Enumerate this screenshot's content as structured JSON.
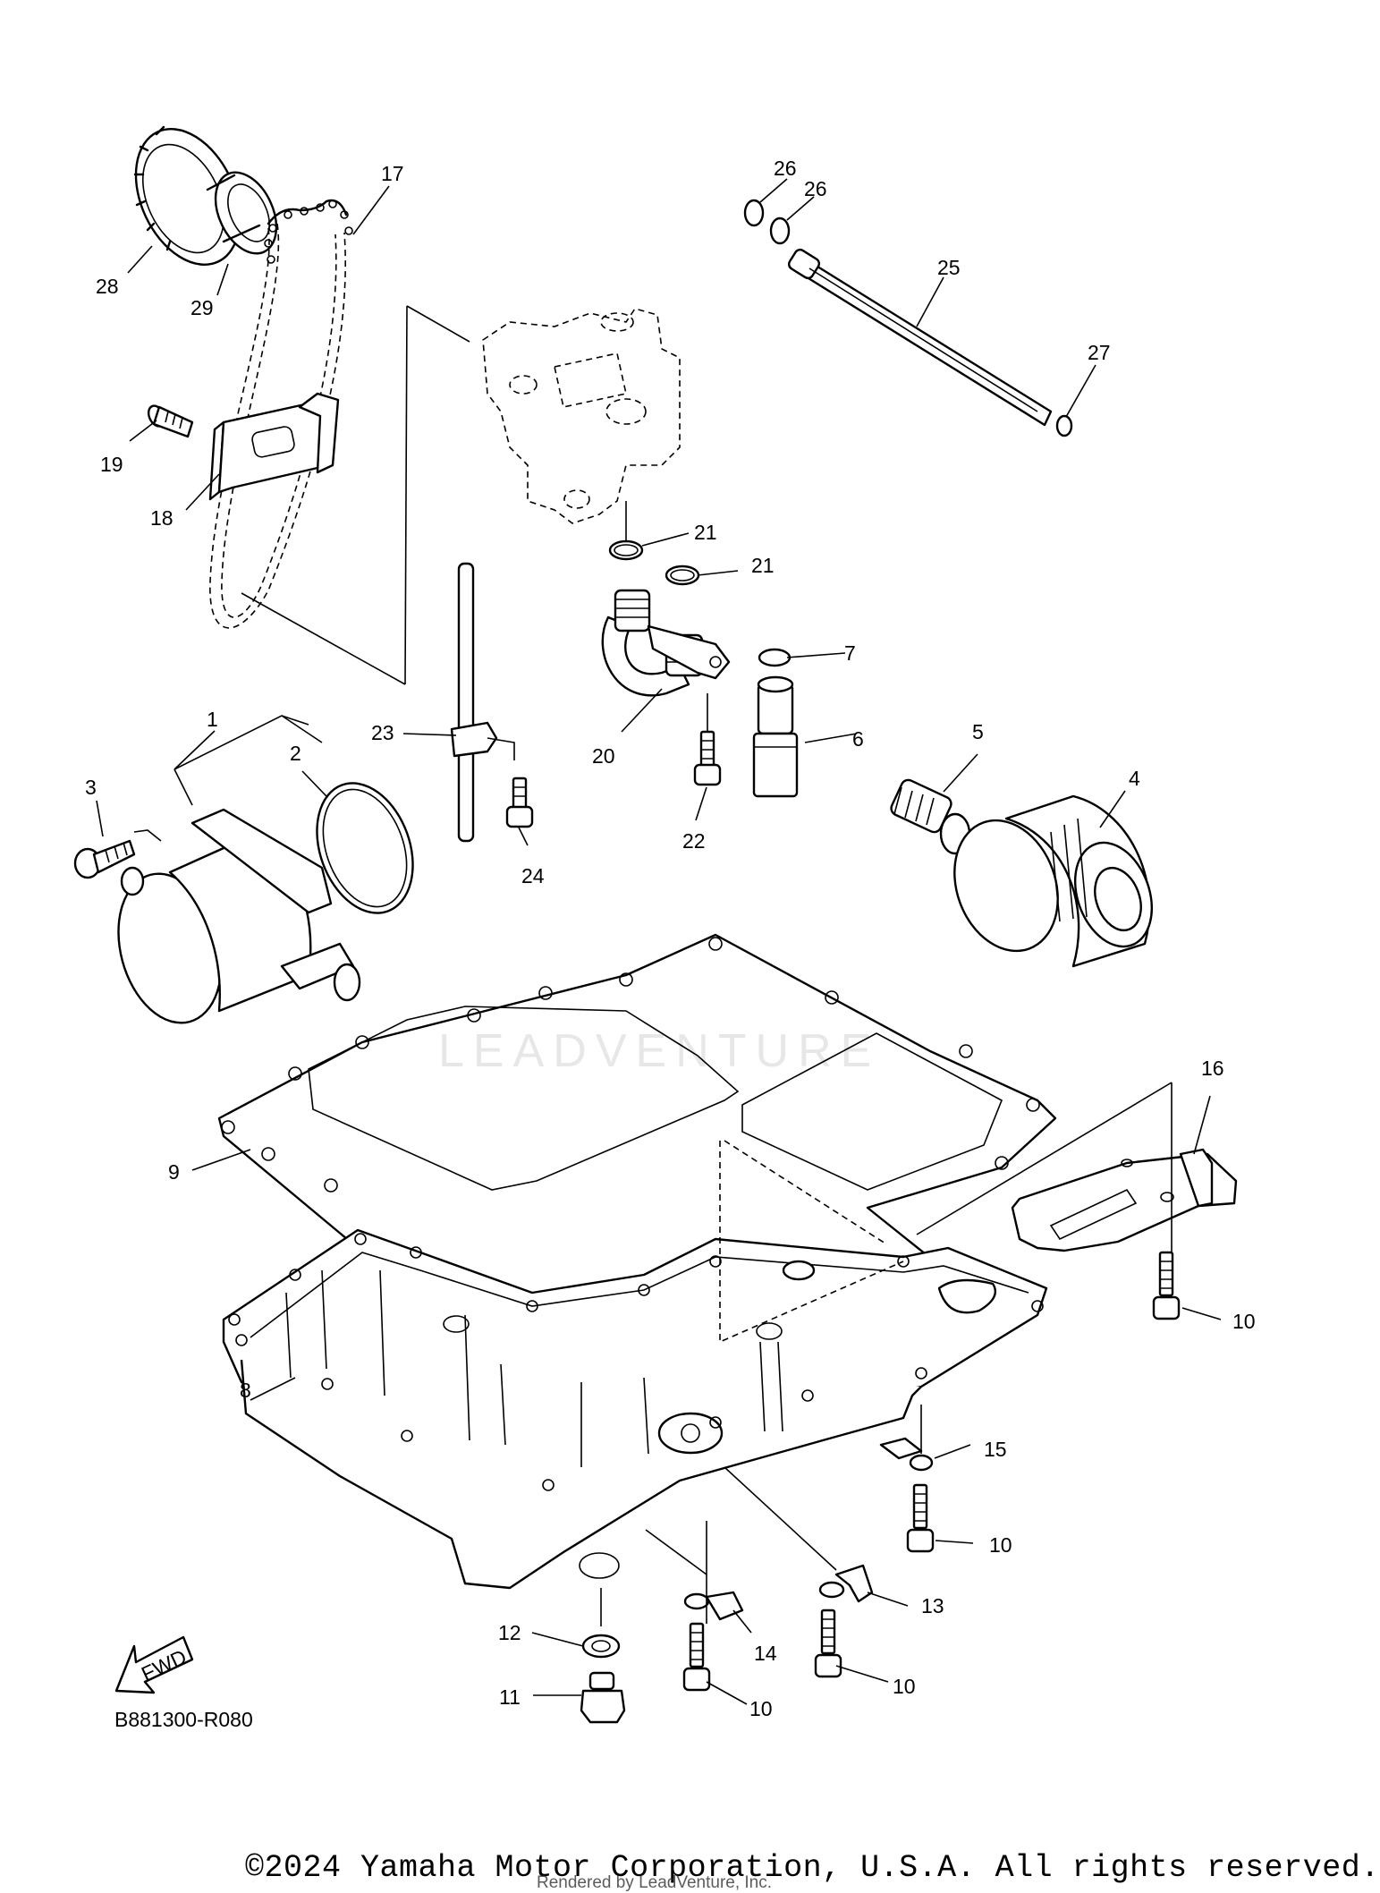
{
  "diagram_code": "B881300-R080",
  "copyright": "©2024 Yamaha Motor Corporation, U.S.A. All rights reserved.",
  "rendered_by": "Rendered by LeadVenture, Inc.",
  "watermark": "LEADVENTURE",
  "fwd_label": "FWD",
  "callouts": [
    {
      "id": "c1",
      "label": "1"
    },
    {
      "id": "c2",
      "label": "2"
    },
    {
      "id": "c3",
      "label": "3"
    },
    {
      "id": "c4",
      "label": "4"
    },
    {
      "id": "c5",
      "label": "5"
    },
    {
      "id": "c6",
      "label": "6"
    },
    {
      "id": "c7",
      "label": "7"
    },
    {
      "id": "c8",
      "label": "8"
    },
    {
      "id": "c9",
      "label": "9"
    },
    {
      "id": "c10a",
      "label": "10"
    },
    {
      "id": "c10b",
      "label": "10"
    },
    {
      "id": "c10c",
      "label": "10"
    },
    {
      "id": "c10d",
      "label": "10"
    },
    {
      "id": "c11",
      "label": "11"
    },
    {
      "id": "c12",
      "label": "12"
    },
    {
      "id": "c13",
      "label": "13"
    },
    {
      "id": "c14",
      "label": "14"
    },
    {
      "id": "c15",
      "label": "15"
    },
    {
      "id": "c16",
      "label": "16"
    },
    {
      "id": "c17",
      "label": "17"
    },
    {
      "id": "c18",
      "label": "18"
    },
    {
      "id": "c19",
      "label": "19"
    },
    {
      "id": "c20",
      "label": "20"
    },
    {
      "id": "c21a",
      "label": "21"
    },
    {
      "id": "c21b",
      "label": "21"
    },
    {
      "id": "c22",
      "label": "22"
    },
    {
      "id": "c23",
      "label": "23"
    },
    {
      "id": "c24",
      "label": "24"
    },
    {
      "id": "c25",
      "label": "25"
    },
    {
      "id": "c26a",
      "label": "26"
    },
    {
      "id": "c26b",
      "label": "26"
    },
    {
      "id": "c27",
      "label": "27"
    },
    {
      "id": "c28",
      "label": "28"
    },
    {
      "id": "c29",
      "label": "29"
    }
  ]
}
